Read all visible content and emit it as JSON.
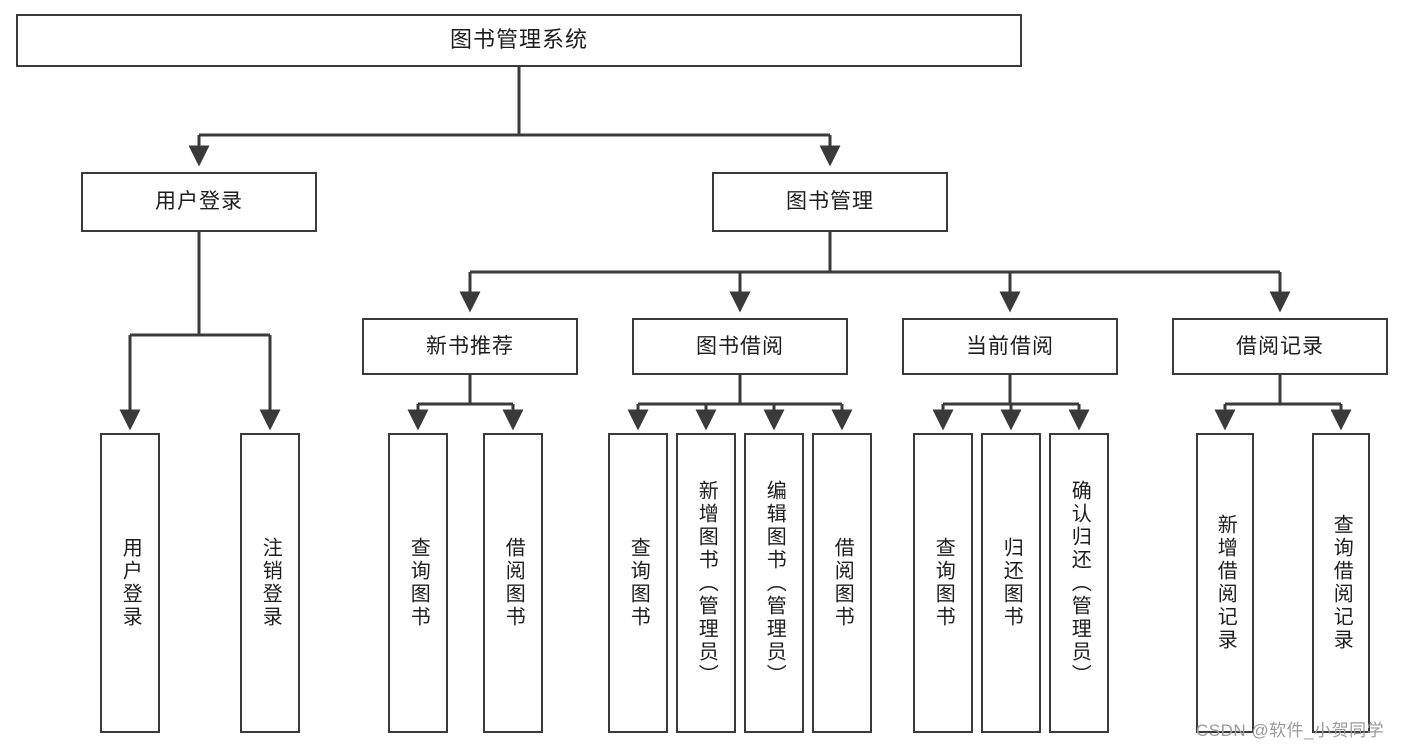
{
  "diagram": {
    "title": "图书管理系统",
    "type": "tree-hierarchy-diagram",
    "root": {
      "label": "图书管理系统"
    },
    "level1": [
      {
        "label": "用户登录"
      },
      {
        "label": "图书管理"
      }
    ],
    "level2": [
      {
        "label": "新书推荐",
        "parent": "图书管理"
      },
      {
        "label": "图书借阅",
        "parent": "图书管理"
      },
      {
        "label": "当前借阅",
        "parent": "图书管理"
      },
      {
        "label": "借阅记录",
        "parent": "图书管理"
      }
    ],
    "leaves": {
      "user_login": [
        {
          "label": "用户登录"
        },
        {
          "label": "注销登录"
        }
      ],
      "new_book_recommend": [
        {
          "label": "查询图书"
        },
        {
          "label": "借阅图书"
        }
      ],
      "book_borrow": [
        {
          "label": "查询图书"
        },
        {
          "label": "新增图书（管理员）"
        },
        {
          "label": "编辑图书（管理员）"
        },
        {
          "label": "借阅图书"
        }
      ],
      "current_borrow": [
        {
          "label": "查询图书"
        },
        {
          "label": "归还图书"
        },
        {
          "label": "确认归还（管理员）"
        }
      ],
      "borrow_record": [
        {
          "label": "新增借阅记录"
        },
        {
          "label": "查询借阅记录"
        }
      ]
    }
  },
  "watermark": {
    "text": "CSDN @软件_小贺同学"
  },
  "colors": {
    "border": "#3a3a3a",
    "text": "#1d1d1d",
    "background": "#ffffff",
    "watermark": "#9a9a9a"
  }
}
